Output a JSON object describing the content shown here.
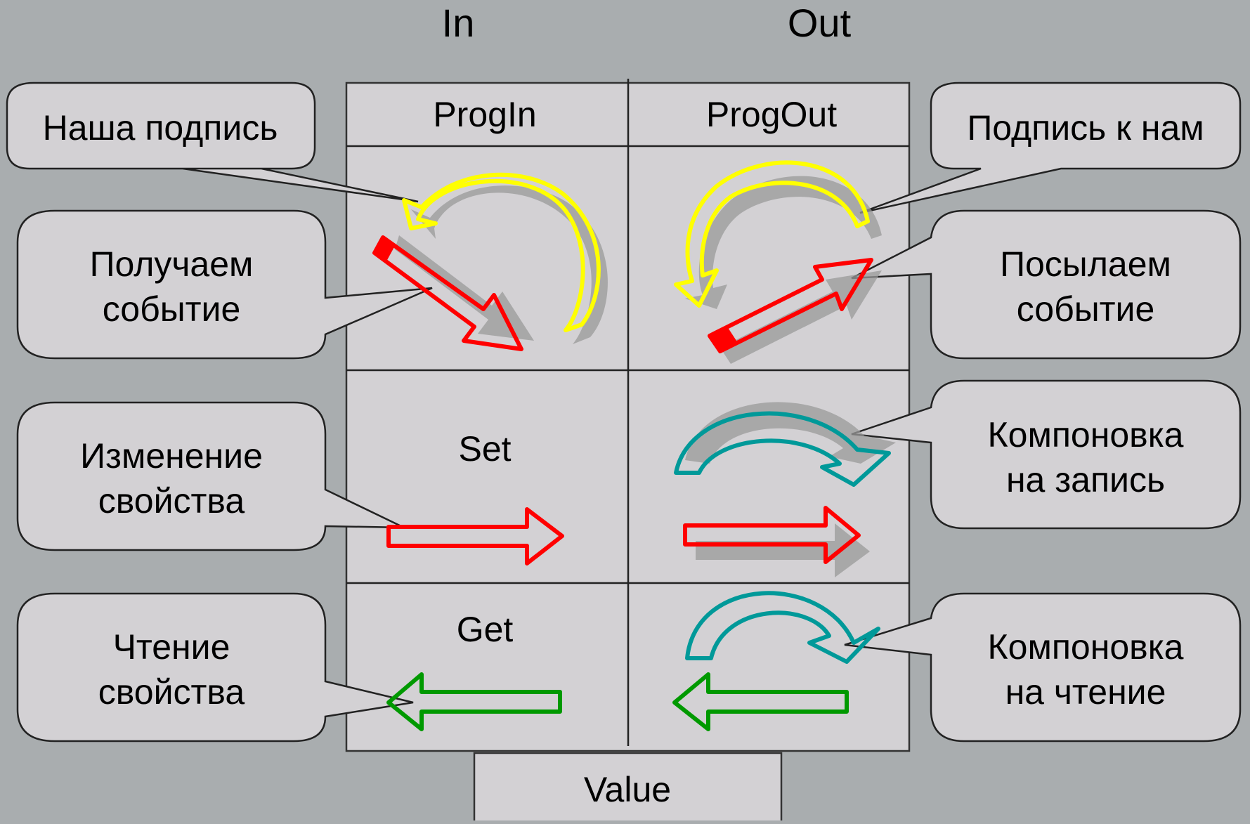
{
  "headers": {
    "in": "In",
    "out": "Out"
  },
  "table": {
    "prog_in": "ProgIn",
    "prog_out": "ProgOut",
    "set": "Set",
    "get": "Get",
    "value": "Value"
  },
  "callouts": {
    "our_signature": "Наша подпись",
    "signature_to_us": "Подпись к нам",
    "receive_event": [
      "Получаем",
      "событие"
    ],
    "send_event": [
      "Посылаем",
      "событие"
    ],
    "change_property": [
      "Изменение",
      "свойства"
    ],
    "layout_write": [
      "Компоновка",
      "на запись"
    ],
    "read_property": [
      "Чтение",
      "свойства"
    ],
    "layout_read": [
      "Компоновка",
      "на чтение"
    ]
  },
  "colors": {
    "background": "#a9adaf",
    "cell": "#d3d1d4",
    "yellow_arrow": "#ffff00",
    "red_arrow": "#ff0000",
    "green_arrow": "#009900",
    "teal_arrow": "#009999"
  },
  "icons": {
    "prog_in_curve": "curved-arrow-icon",
    "prog_in_straight": "straight-arrow-icon",
    "prog_out_curve": "curved-arrow-icon",
    "prog_out_straight": "straight-arrow-icon",
    "set_in": "right-arrow-icon",
    "set_out_curve": "curved-arrow-icon",
    "set_out": "right-arrow-icon",
    "get_in": "left-arrow-icon",
    "get_out_curve": "curved-arrow-icon",
    "get_out": "left-arrow-icon"
  }
}
